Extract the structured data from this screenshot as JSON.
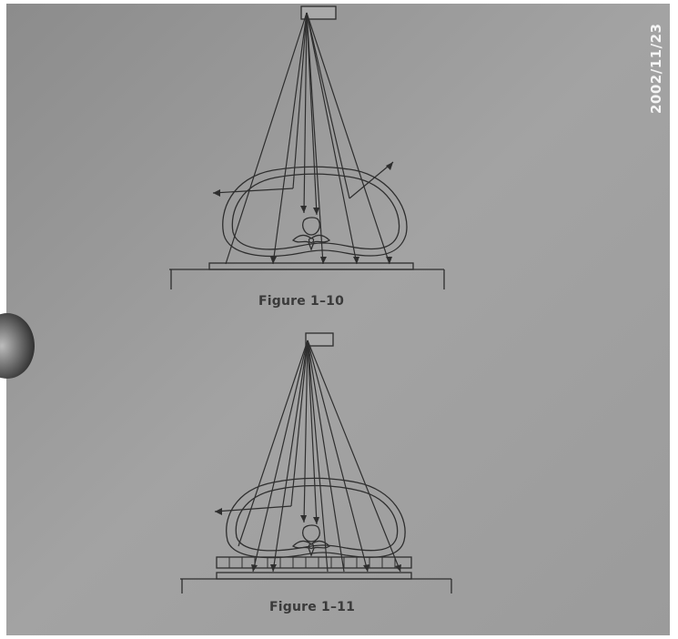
{
  "figures": [
    {
      "caption": "Figure 1–10"
    },
    {
      "caption": "Figure 1–11"
    }
  ],
  "date_stamp": "2002/11/23",
  "colors": {
    "paper": "#9a9a9a",
    "ink": "#2e2e2e",
    "stamp": "#f4f4f4"
  }
}
